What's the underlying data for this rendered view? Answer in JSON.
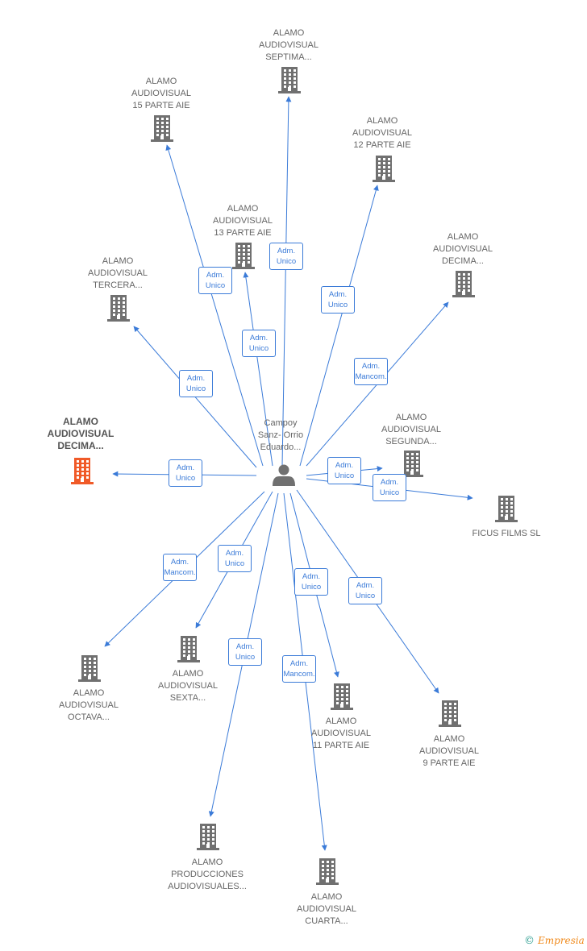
{
  "center": {
    "lines": [
      "Campoy",
      "Sanz- Orrio",
      "Eduardo..."
    ],
    "icon": "person-icon"
  },
  "companies": [
    {
      "id": "septima",
      "lines": [
        "ALAMO",
        "AUDIOVISUAL",
        "SEPTIMA..."
      ]
    },
    {
      "id": "15-parte",
      "lines": [
        "ALAMO",
        "AUDIOVISUAL",
        "15 PARTE AIE"
      ]
    },
    {
      "id": "12-parte",
      "lines": [
        "ALAMO",
        "AUDIOVISUAL",
        "12 PARTE AIE"
      ]
    },
    {
      "id": "13-parte",
      "lines": [
        "ALAMO",
        "AUDIOVISUAL",
        "13 PARTE AIE"
      ]
    },
    {
      "id": "decima-right",
      "lines": [
        "ALAMO",
        "AUDIOVISUAL",
        "DECIMA..."
      ]
    },
    {
      "id": "tercera",
      "lines": [
        "ALAMO",
        "AUDIOVISUAL",
        "TERCERA..."
      ]
    },
    {
      "id": "decima-focus",
      "lines": [
        "ALAMO",
        "AUDIOVISUAL",
        "DECIMA..."
      ],
      "focus": true
    },
    {
      "id": "segunda",
      "lines": [
        "ALAMO",
        "AUDIOVISUAL",
        "SEGUNDA..."
      ]
    },
    {
      "id": "ficus",
      "lines": [
        "FICUS FILMS  SL"
      ]
    },
    {
      "id": "octava",
      "lines": [
        "ALAMO",
        "AUDIOVISUAL",
        "OCTAVA..."
      ]
    },
    {
      "id": "sexta",
      "lines": [
        "ALAMO",
        "AUDIOVISUAL",
        "SEXTA..."
      ]
    },
    {
      "id": "11-parte",
      "lines": [
        "ALAMO",
        "AUDIOVISUAL",
        "11 PARTE AIE"
      ]
    },
    {
      "id": "9-parte",
      "lines": [
        "ALAMO",
        "AUDIOVISUAL",
        "9 PARTE AIE"
      ]
    },
    {
      "id": "producciones",
      "lines": [
        "ALAMO",
        "PRODUCCIONES",
        "AUDIOVISUALES..."
      ]
    },
    {
      "id": "cuarta",
      "lines": [
        "ALAMO",
        "AUDIOVISUAL",
        "CUARTA..."
      ]
    }
  ],
  "edges": [
    {
      "to": "septima",
      "lines": [
        "Adm.",
        "Unico"
      ]
    },
    {
      "to": "15-parte",
      "lines": [
        "Adm.",
        "Unico"
      ]
    },
    {
      "to": "12-parte",
      "lines": [
        "Adm.",
        "Unico"
      ]
    },
    {
      "to": "13-parte",
      "lines": [
        "Adm.",
        "Unico"
      ]
    },
    {
      "to": "decima-right",
      "lines": [
        "Adm.",
        "Mancom."
      ]
    },
    {
      "to": "tercera",
      "lines": [
        "Adm.",
        "Unico"
      ]
    },
    {
      "to": "decima-focus",
      "lines": [
        "Adm.",
        "Unico"
      ]
    },
    {
      "to": "segunda",
      "lines": [
        "Adm.",
        "Unico"
      ]
    },
    {
      "to": "ficus",
      "lines": [
        "Adm.",
        "Unico"
      ]
    },
    {
      "to": "octava",
      "lines": [
        "Adm.",
        "Mancom."
      ]
    },
    {
      "to": "sexta",
      "lines": [
        "Adm.",
        "Unico"
      ]
    },
    {
      "to": "11-parte",
      "lines": [
        "Adm.",
        "Unico"
      ]
    },
    {
      "to": "9-parte",
      "lines": [
        "Adm.",
        "Unico"
      ]
    },
    {
      "to": "producciones",
      "lines": [
        "Adm.",
        "Unico"
      ]
    },
    {
      "to": "cuarta",
      "lines": [
        "Adm.",
        "Mancom."
      ]
    }
  ],
  "colors": {
    "edge": "#3b7bd8",
    "icon": "#707070",
    "focus": "#f05a28"
  },
  "brand": {
    "copyright": "©",
    "name": "Empresia"
  }
}
